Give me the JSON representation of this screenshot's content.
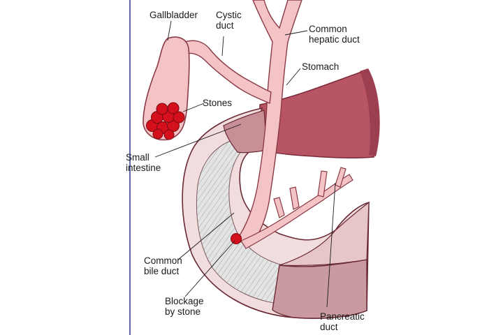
{
  "labels": {
    "gallbladder": "Gallbladder",
    "cystic_duct": [
      "Cystic",
      "duct"
    ],
    "common_hepatic_duct": [
      "Common",
      "hepatic duct"
    ],
    "stomach": "Stomach",
    "stones": "Stones",
    "small_intestine": [
      "Small",
      "intestine"
    ],
    "common_bile_duct": [
      "Common",
      "bile duct"
    ],
    "blockage_by_stone": [
      "Blockage",
      "by stone"
    ],
    "pancreatic_duct": [
      "Pancreatic",
      "duct"
    ]
  },
  "colors": {
    "duct_fill": "#f4c3c6",
    "duct_outline": "#8a3a45",
    "stomach_fill": "#b85565",
    "stomach_dark": "#9c3f50",
    "stone_fill": "#d4101c",
    "intestine_wall": "#f1dcde",
    "intestine_inner": "#d9d9d9",
    "intestine_lower": "#c99aa0"
  },
  "icons": [
    "gallstone-cluster-icon",
    "blocking-stone-icon"
  ]
}
